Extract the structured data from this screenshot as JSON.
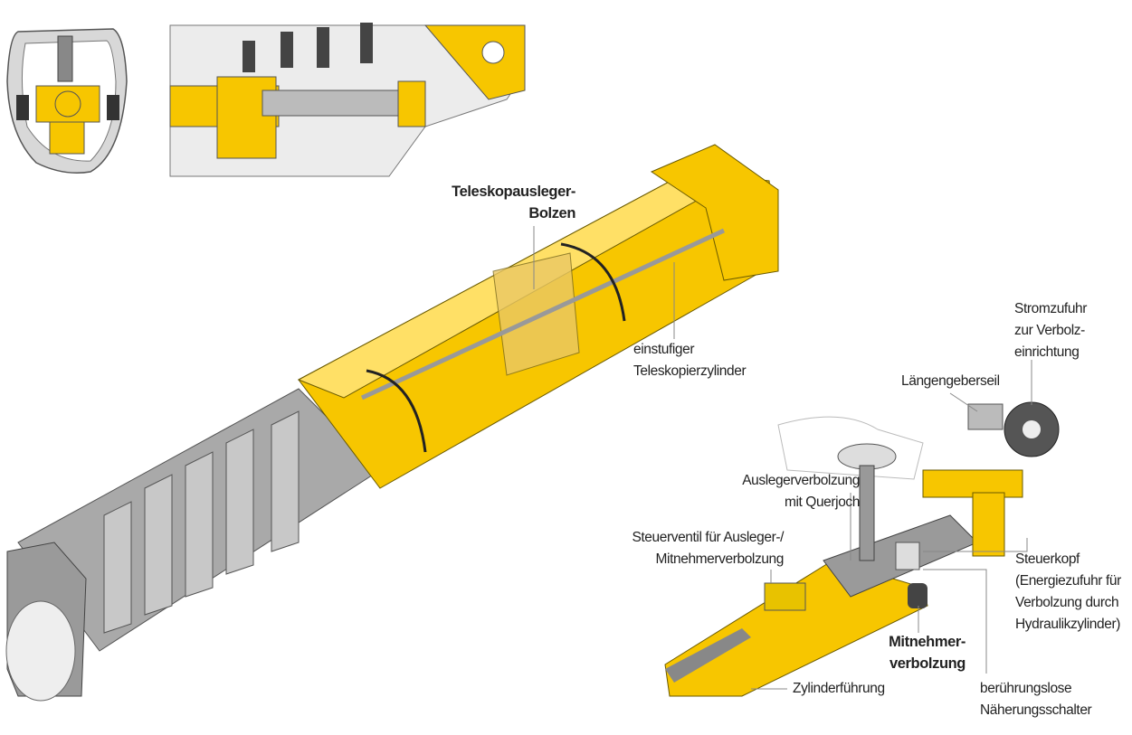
{
  "labels": {
    "teleskopausleger_bolzen": [
      "Teleskopausleger-",
      "Bolzen"
    ],
    "teleskopierzylinder": [
      "einstufiger",
      "Teleskopierzylinder"
    ],
    "stromzufuhr": [
      "Stromzufuhr",
      "zur Verbolz-",
      "einrichtung"
    ],
    "laengengeberseil": [
      "Längengeberseil"
    ],
    "auslegerverbolzung": [
      "Auslegerverbolzung",
      "mit Querjoch"
    ],
    "steuerventil": [
      "Steuerventil für Ausleger-/",
      "Mitnehmerverbolzung"
    ],
    "steuerkopf": [
      "Steuerkopf",
      "(Energiezufuhr für",
      "Verbolzung durch",
      "Hydraulikzylinder)"
    ],
    "mitnehmerverbolzung": [
      "Mitnehmer-",
      "verbolzung"
    ],
    "zylinderfuehrung": [
      "Zylinderführung"
    ],
    "naeherungsschalter": [
      "berührungslose",
      "Näherungsschalter"
    ]
  },
  "colors": {
    "yellow": "#f7c600",
    "grey": "#a9a9a9",
    "dark": "#333333"
  }
}
